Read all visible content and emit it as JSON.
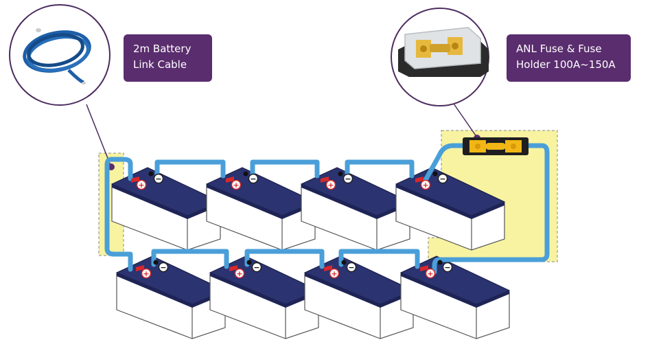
{
  "callouts": {
    "cable": {
      "line1": "2m Battery",
      "line2": "Link Cable"
    },
    "fuse": {
      "line1": "ANL Fuse & Fuse",
      "line2": "Holder 100A~150A"
    }
  },
  "terminals": {
    "positive": "+",
    "negative": "−"
  },
  "colors": {
    "battery_lid": "#2b3370",
    "battery_body": "#ffffff",
    "cable": "#4a9fd8",
    "highlight": "#f7f3a0",
    "callout_bg": "#5a2d6e",
    "positive_terminal": "#d6282c"
  },
  "icons": [
    "battery-icon",
    "cable-coil-icon",
    "anl-fuse-holder-icon"
  ],
  "battery_counts": {
    "top_row": 4,
    "bottom_row": 4
  }
}
